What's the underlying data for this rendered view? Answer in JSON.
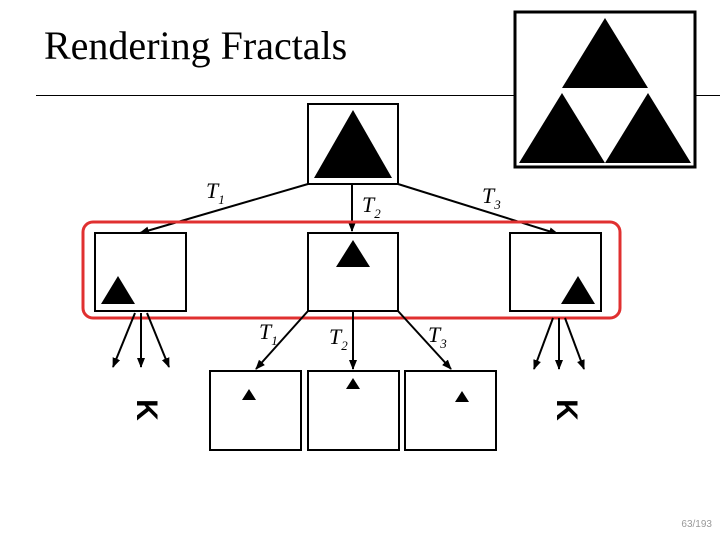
{
  "slide": {
    "title": "Rendering Fractals",
    "page_number": "63/193"
  },
  "diagram": {
    "transform_label": "T",
    "level1_labels": [
      {
        "name": "T",
        "sub": "1"
      },
      {
        "name": "T",
        "sub": "2"
      },
      {
        "name": "T",
        "sub": "3"
      }
    ],
    "level2_labels": [
      {
        "name": "T",
        "sub": "1"
      },
      {
        "name": "T",
        "sub": "2"
      },
      {
        "name": "T",
        "sub": "3"
      }
    ],
    "highlight_color": "#e03030",
    "ellipsis_glyph": "K"
  }
}
